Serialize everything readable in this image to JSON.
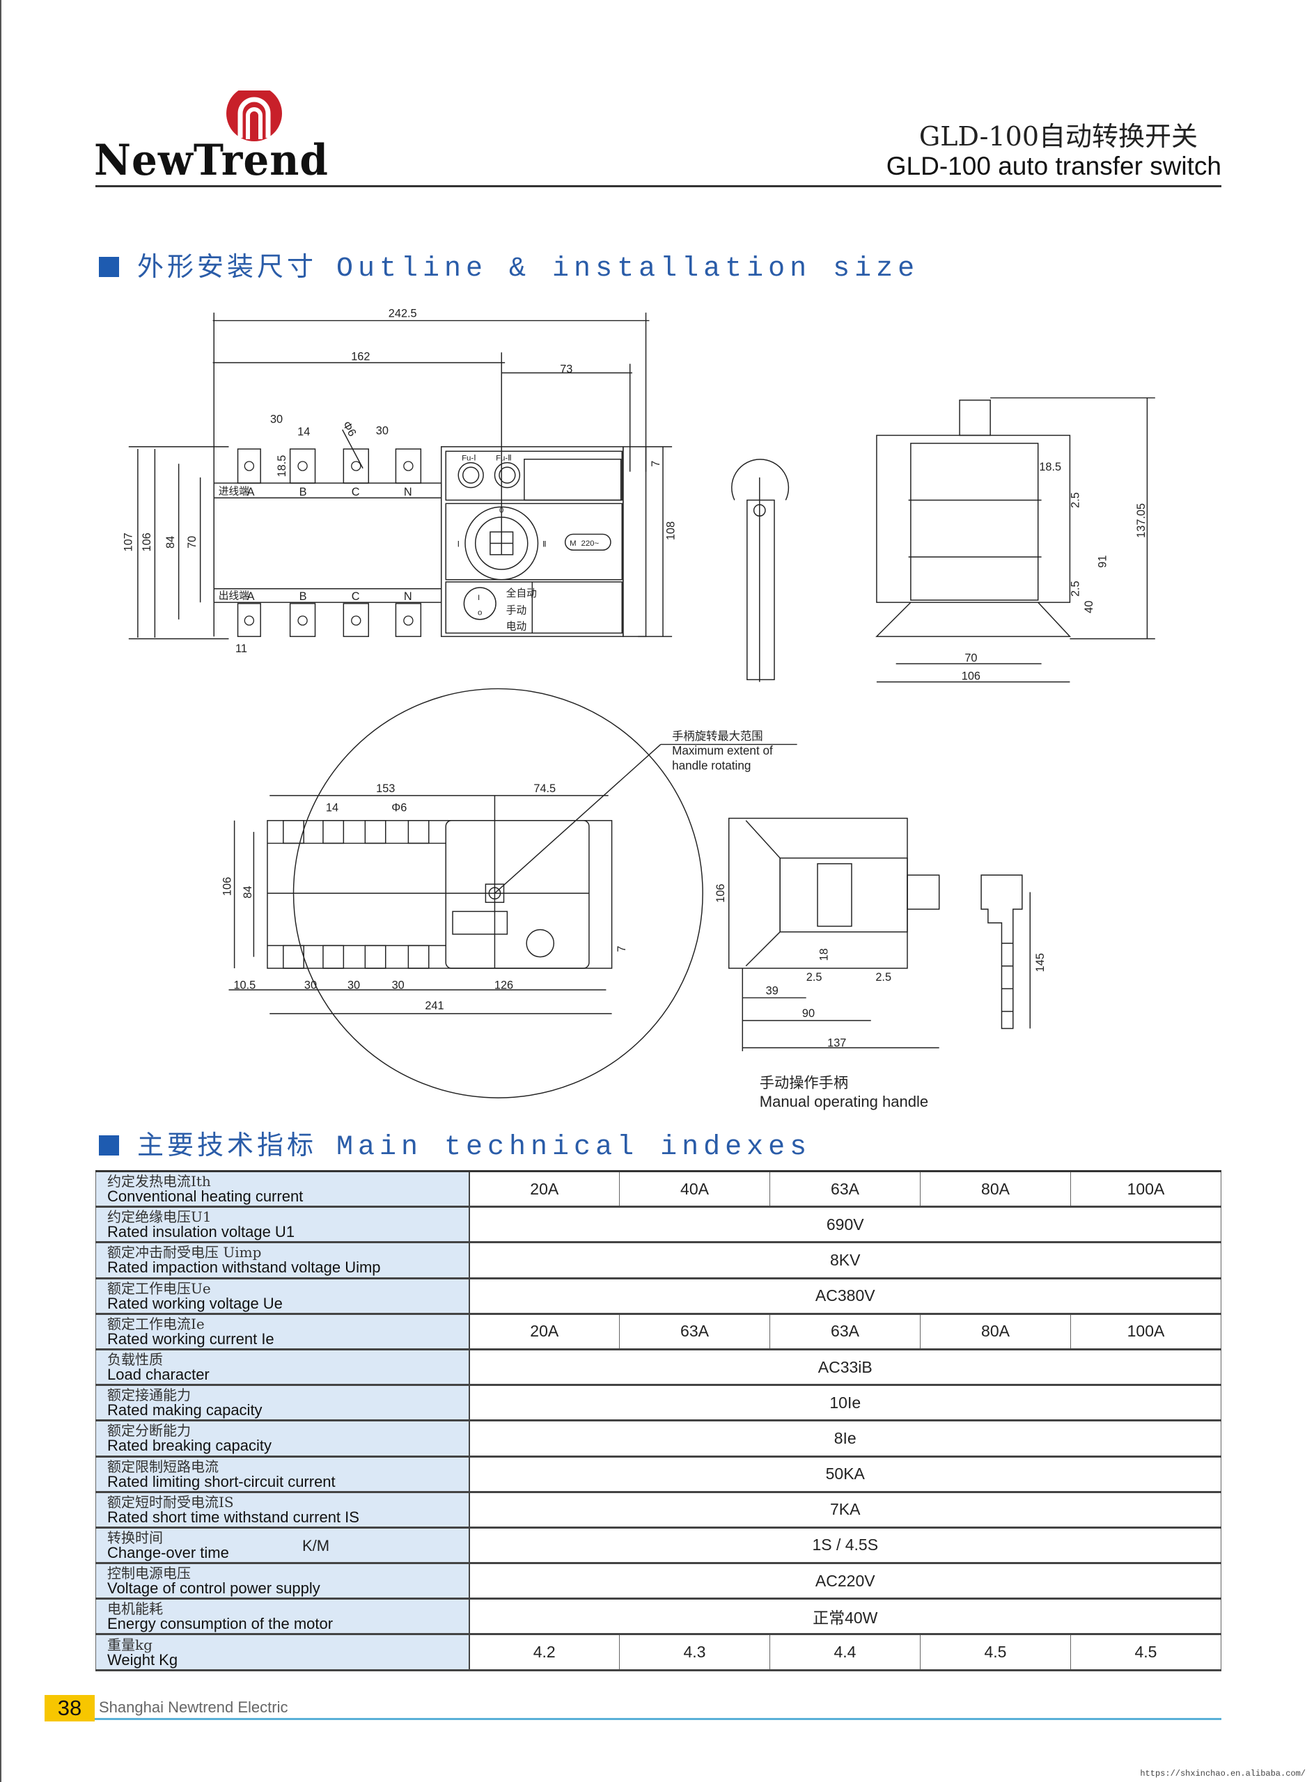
{
  "header": {
    "brand": "NewTrend",
    "title_cn": "GLD-100自动转换开关",
    "title_en": "GLD-100 auto transfer switch",
    "logo_color": "#c8202a"
  },
  "section1": {
    "cn": "外形安装尺寸",
    "en": "Outline & installation size"
  },
  "section2": {
    "cn": "主要技术指标",
    "en": "Main technical indexes"
  },
  "drawing": {
    "front": {
      "d_overall": "242.5",
      "d_162": "162",
      "d_73": "73",
      "d_30a": "30",
      "d_14": "14",
      "d_phi": "Φ6",
      "d_30b": "30",
      "d_185": "18.5",
      "d_107": "107",
      "d_106": "106",
      "d_84": "84",
      "d_70": "70",
      "d_108": "108",
      "d_7": "7",
      "d_11": "11",
      "in_label": "进线端",
      "out_label": "出线端",
      "poles": [
        "A",
        "B",
        "C",
        "N"
      ],
      "fu1": "Fu-Ⅰ",
      "fu2": "Fu-Ⅱ",
      "pos_0": "0",
      "pos_1": "Ⅰ",
      "pos_2": "Ⅱ",
      "motor": "M",
      "motor_v": "220~",
      "mode": [
        "全自动",
        "手动",
        "电动"
      ],
      "switch_on": "I",
      "switch_off": "o"
    },
    "side": {
      "d_18_5": "18.5",
      "d_2_5a": "2.5",
      "d_2_5b": "2.5",
      "d_91": "91",
      "d_40": "40",
      "d_137_05": "137.05",
      "d_70": "70",
      "d_106": "106"
    },
    "bottom": {
      "d_153": "153",
      "d_74_5": "74.5",
      "d_14": "14",
      "d_phi": "Φ6",
      "d_106": "106",
      "d_84": "84",
      "d_10_5": "10.5",
      "d_30a": "30",
      "d_30b": "30",
      "d_30c": "30",
      "d_126": "126",
      "d_241": "241",
      "d_7": "7",
      "note_cn": "手柄旋转最大范围",
      "note_en1": "Maximum extent of",
      "note_en2": "handle rotating"
    },
    "side2": {
      "d_106": "106",
      "d_18": "18",
      "d_2_5a": "2.5",
      "d_2_5b": "2.5",
      "d_39": "39",
      "d_90": "90",
      "d_137": "137"
    },
    "handle": {
      "d_145": "145",
      "caption_cn": "手动操作手柄",
      "caption_en": "Manual operating handle"
    }
  },
  "specs": [
    {
      "cn": "约定发热电流Ith",
      "en": "Conventional heating current",
      "values": [
        "20A",
        "40A",
        "63A",
        "80A",
        "100A"
      ]
    },
    {
      "cn": "约定绝缘电压U1",
      "en": "Rated insulation voltage  U1",
      "value": "690V"
    },
    {
      "cn": "额定冲击耐受电压  Uimp",
      "en": "Rated impaction withstand voltage  Uimp",
      "value": "8KV"
    },
    {
      "cn": "额定工作电压Ue",
      "en": "Rated working voltage Ue",
      "value": "AC380V"
    },
    {
      "cn": "额定工作电流Ie",
      "en": "Rated working current Ie",
      "values": [
        "20A",
        "63A",
        "63A",
        "80A",
        "100A"
      ]
    },
    {
      "cn": "负载性质",
      "en": "Load character",
      "value": "AC33iB"
    },
    {
      "cn": "额定接通能力",
      "en": "Rated making capacity",
      "value": "10Ie"
    },
    {
      "cn": "额定分断能力",
      "en": "Rated breaking capacity",
      "value": "8Ie"
    },
    {
      "cn": "额定限制短路电流",
      "en": "Rated limiting short-circuit current",
      "value": "50KA"
    },
    {
      "cn": "额定短时耐受电流IS",
      "en": "Rated short time withstand current IS",
      "value": "7KA"
    },
    {
      "cn": "转换时间",
      "en": "Change-over time",
      "extra": "K/M",
      "value": "1S / 4.5S"
    },
    {
      "cn": "控制电源电压",
      "en": "Voltage of control power supply",
      "value": "AC220V"
    },
    {
      "cn": "电机能耗",
      "en": "Energy consumption of the motor",
      "value": "正常40W"
    },
    {
      "cn": "重量kg",
      "en": "Weight Kg",
      "values": [
        "4.2",
        "4.3",
        "4.4",
        "4.5",
        "4.5"
      ]
    }
  ],
  "footer": {
    "page": "38",
    "company": "Shanghai Newtrend Electric",
    "url": "https://shxinchao.en.alibaba.com/",
    "accent": "#f7c600",
    "line_color": "#59b0d8"
  }
}
